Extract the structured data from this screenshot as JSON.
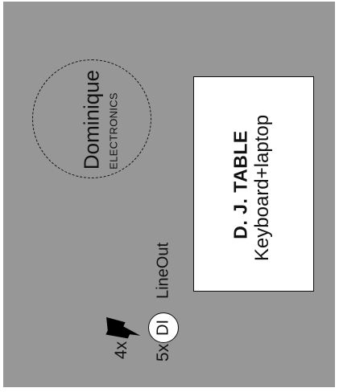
{
  "logo": {
    "name": "Dominique",
    "subtitle": "ELECTRONICS"
  },
  "dj_table": {
    "title": "D. J. TABLE",
    "subtitle": "Keyboard+laptop"
  },
  "power": {
    "count": "4x",
    "icon": "lightning-bolt-icon"
  },
  "di": {
    "count": "5x",
    "label": "DI",
    "output": "LineOut"
  },
  "colors": {
    "background": "#979797",
    "stroke": "#111111",
    "fill": "#ffffff"
  }
}
